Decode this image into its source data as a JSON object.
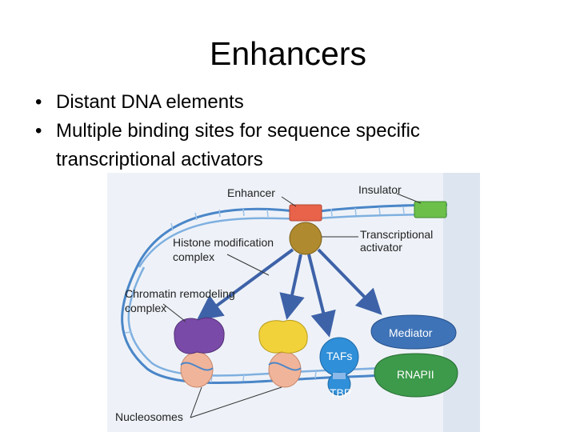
{
  "slide": {
    "title": "Enhancers",
    "bullets": [
      {
        "marker": "•",
        "text": "Distant DNA elements"
      },
      {
        "marker": "•",
        "text": "Multiple binding sites for sequence specific"
      },
      {
        "marker": "",
        "text": "transcriptional activators"
      }
    ]
  },
  "figure": {
    "labels": {
      "enhancer": "Enhancer",
      "insulator": "Insulator",
      "histone_1": "Histone modification",
      "histone_2": "complex",
      "activator_1": "Transcriptional",
      "activator_2": "activator",
      "chromatin_1": "Chromatin remodeling",
      "chromatin_2": "complex",
      "tafs": "TAFs",
      "tbp": "TBP",
      "mediator": "Mediator",
      "rnapii": "RNAPII",
      "nucleosomes": "Nucleosomes"
    },
    "colors": {
      "dna": "#4a86c8",
      "enhancer": "#e8634a",
      "insulator": "#6cc04a",
      "activator": "#b08a2e",
      "remodeler": "#7a4aa8",
      "histone_complex": "#f2d23a",
      "tafs": "#2f8fd8",
      "mediator": "#3e73b8",
      "rnapii": "#3c9a4a",
      "nucleosome": "#f0b49a",
      "arrow": "#3e62a8"
    }
  }
}
